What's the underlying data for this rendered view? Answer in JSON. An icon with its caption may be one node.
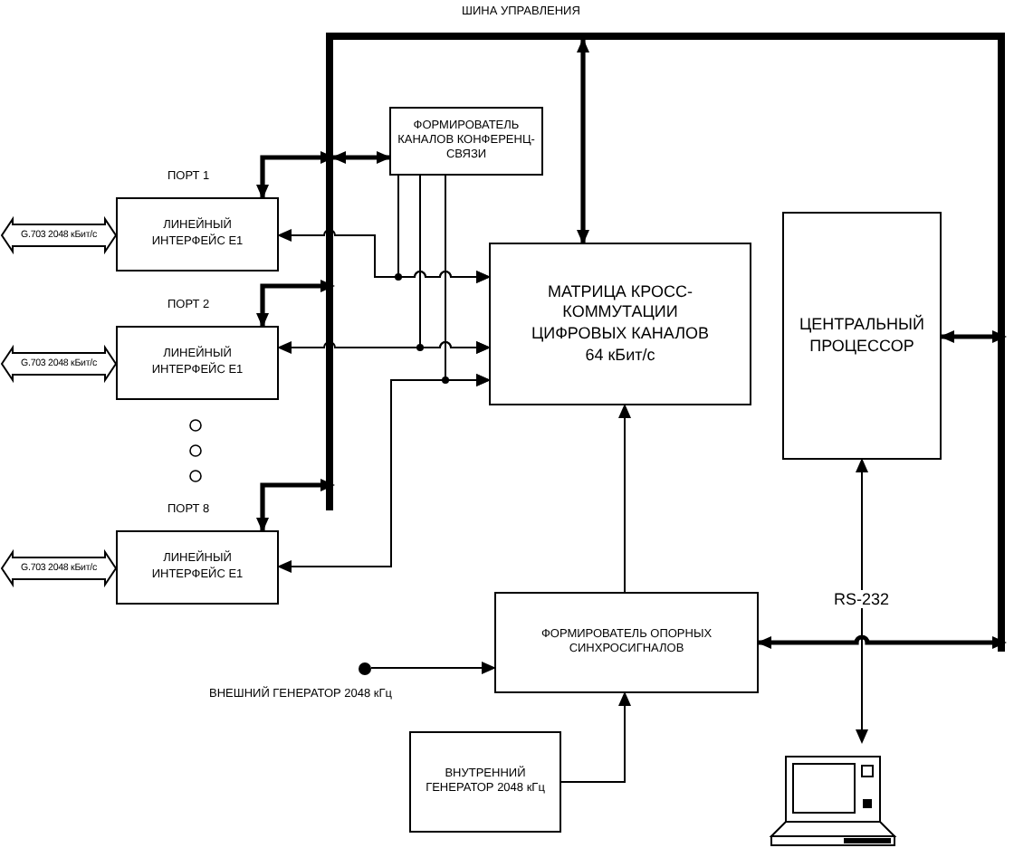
{
  "diagram": {
    "nodes": [
      {
        "text": [
          "ШИНА УПРАВЛЕНИЯ"
        ]
      },
      {
        "text": [
          "ФОРМИРОВАТЕЛЬ КАНАЛОВ КОНФЕРЕНЦ-СВЯЗИ"
        ]
      },
      {
        "text": [
          "ЛИНЕЙНЫЙ ИНТЕРФЕЙС Е1"
        ],
        "beside": [
          "ПОРТ 1"
        ]
      },
      {
        "text": [
          "ЛИНЕЙНЫЙ ИНТЕРФЕЙС Е1"
        ],
        "beside": [
          "ПОРТ 2"
        ]
      },
      {
        "text": [
          "ЛИНЕЙНЫЙ ИНТЕРФЕЙС Е1"
        ],
        "beside": [
          "ПОРТ 8"
        ]
      },
      {
        "text": [
          "МАТРИЦА КРОСС-КОММУТАЦИИ ЦИФРОВЫХ КАНАЛОВ",
          "64 кБит/с"
        ]
      },
      {
        "text": [
          "ЦЕНТРАЛЬНЫЙ ПРОЦЕССОР"
        ]
      },
      {
        "text": [
          "G.703 2048 кБит/с"
        ]
      },
      {
        "text": [
          "G.703 2048 кБит/с"
        ]
      },
      {
        "text": [
          "G.703 2048 кБит/с"
        ]
      },
      {
        "text": [
          "ФОРМИРОВАТЕЛЬ ОПОРНЫХ СИНХРОСИГНАЛОВ"
        ]
      },
      {
        "text": [
          "ВНУТРЕННИЙ ГЕНЕРАТОР 2048 кГц"
        ]
      },
      {
        "text": [],
        "shape": "circle",
        "beside": [
          "ВНЕШНИЙ ГЕНЕРАТОР 2048 кГц"
        ]
      },
      {
        "text": [],
        "shape": "picture"
      },
      {
        "text": [],
        "shape": "bar"
      },
      {
        "text": [],
        "shape": "bar"
      }
    ],
    "edges": [
      {
        "from": 14,
        "to": 1,
        "arrow": "both",
        "style": "thick"
      },
      {
        "from": 2,
        "to": 14,
        "arrow": "both",
        "style": "thick"
      },
      {
        "from": 3,
        "to": 14,
        "arrow": "both",
        "style": "thick"
      },
      {
        "from": 4,
        "to": 14,
        "arrow": "both",
        "style": "thick"
      },
      {
        "from": 5,
        "to": 2,
        "arrow": "both"
      },
      {
        "from": 5,
        "to": 3,
        "arrow": "both"
      },
      {
        "from": 5,
        "to": 4,
        "arrow": "both"
      },
      {
        "from": 1,
        "to": 5,
        "arrow": "to"
      },
      {
        "from": 1,
        "to": 5,
        "arrow": "to"
      },
      {
        "from": 1,
        "to": 5,
        "arrow": "to"
      },
      {
        "from": 0,
        "to": 5,
        "arrow": "both",
        "style": "thick"
      },
      {
        "from": 10,
        "to": 5,
        "arrow": "to"
      },
      {
        "from": 10,
        "to": 15,
        "arrow": "both",
        "style": "thick"
      },
      {
        "from": 6,
        "to": 15,
        "arrow": "both",
        "style": "thick"
      },
      {
        "from": 6,
        "to": 13,
        "arrow": "both",
        "label": "RS-232"
      },
      {
        "from": 12,
        "to": 10,
        "arrow": "to"
      },
      {
        "from": 11,
        "to": 10,
        "arrow": "to"
      }
    ]
  }
}
